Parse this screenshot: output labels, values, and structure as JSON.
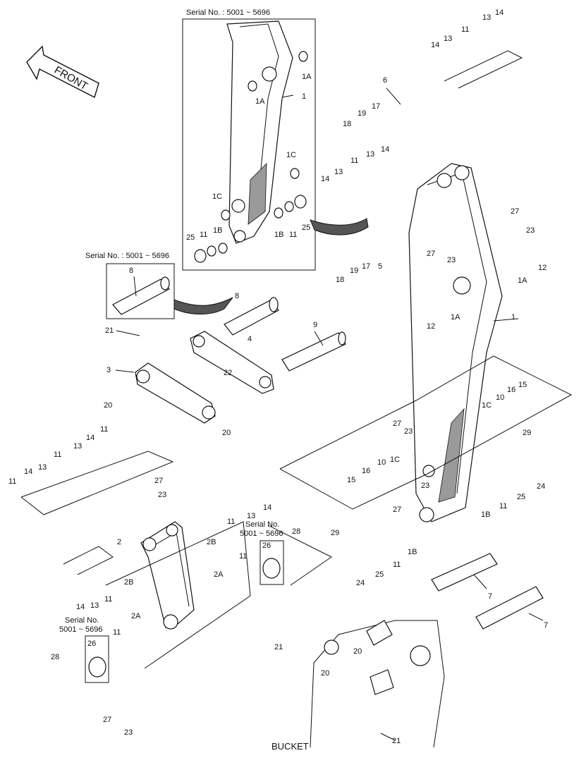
{
  "diagram": {
    "front_label": "FRONT",
    "bucket_label": "BUCKET",
    "serial_top": "Serial No. : 5001 ~ 5696",
    "serial_pin": "Serial No. : 5001 ~ 5696",
    "serial_right_l1": "Serial No.",
    "serial_right_l2": "5001 ~ 5696",
    "serial_left_l1": "Serial No.",
    "serial_left_l2": "5001 ~ 5696",
    "callouts": {
      "c1_inset": "1",
      "c1A_a": "1A",
      "c1A_b": "1A",
      "c1C_a": "1C",
      "c1C_b": "1C",
      "c1B_a": "1B",
      "c1B_b": "1B",
      "c11_inset_a": "11",
      "c11_inset_b": "11",
      "c25_inset_a": "25",
      "c25_inset_b": "25",
      "c6": "6",
      "c17_a": "17",
      "c19_a": "19",
      "c18_a": "18",
      "c11_t1": "11",
      "c13_t1": "13",
      "c14_t1": "14",
      "c13_t2": "13",
      "c14_t2": "14",
      "c11_t2": "11",
      "c13_t3": "13",
      "c14_t3": "14",
      "c14_t4": "14",
      "c13_t4": "13",
      "c27_a": "27",
      "c23_a": "23",
      "c12_a": "12",
      "c1A_r": "1A",
      "c27_b": "27",
      "c23_b": "23",
      "c12_b": "12",
      "c1A_m": "1A",
      "c1_r": "1",
      "c19_b": "19",
      "c17_b": "17",
      "c5": "5",
      "c18_b": "18",
      "c8_pin": "8",
      "c8": "8",
      "c9": "9",
      "c4": "4",
      "c21_a": "21",
      "c3": "3",
      "c22": "22",
      "c20_a": "20",
      "c20_b": "20",
      "c11_l1": "11",
      "c14_l1": "14",
      "c13_l1": "13",
      "c11_l2": "11",
      "c14_l2": "14",
      "c13_l2": "13",
      "c11_l3": "11",
      "c1C_r": "1C",
      "c10_r": "10",
      "c16_r": "16",
      "c15_r": "15",
      "c29_r": "29",
      "c24_r": "24",
      "c25_r": "25",
      "c11_r": "11",
      "c1B_r": "1B",
      "c27_m": "27",
      "c23_m": "23",
      "c27_m2": "27",
      "c23_m2": "23",
      "c1C_m": "1C",
      "c10_m": "10",
      "c16_m": "16",
      "c15_m": "15",
      "c1B_m": "1B",
      "c29_m": "29",
      "c24_m": "24",
      "c25_m": "25",
      "c11_m": "11",
      "c27_l": "27",
      "c23_l": "23",
      "c11_lr": "11",
      "c13_lr": "13",
      "c14_lr": "14",
      "c2": "2",
      "c2B_a": "2B",
      "c2B_b": "2B",
      "c2A_a": "2A",
      "c2A_b": "2A",
      "c11_ll": "11",
      "c13_ll": "13",
      "c14_ll": "14",
      "c26_a": "26",
      "c28_a": "28",
      "c11_s": "11",
      "c26_b": "26",
      "c28_b": "28",
      "c11_s2": "11",
      "c27_bot": "27",
      "c23_bot": "23",
      "c7_a": "7",
      "c7_b": "7",
      "c21_b": "21",
      "c21_c": "21",
      "c20_c": "20",
      "c20_d": "20"
    }
  }
}
